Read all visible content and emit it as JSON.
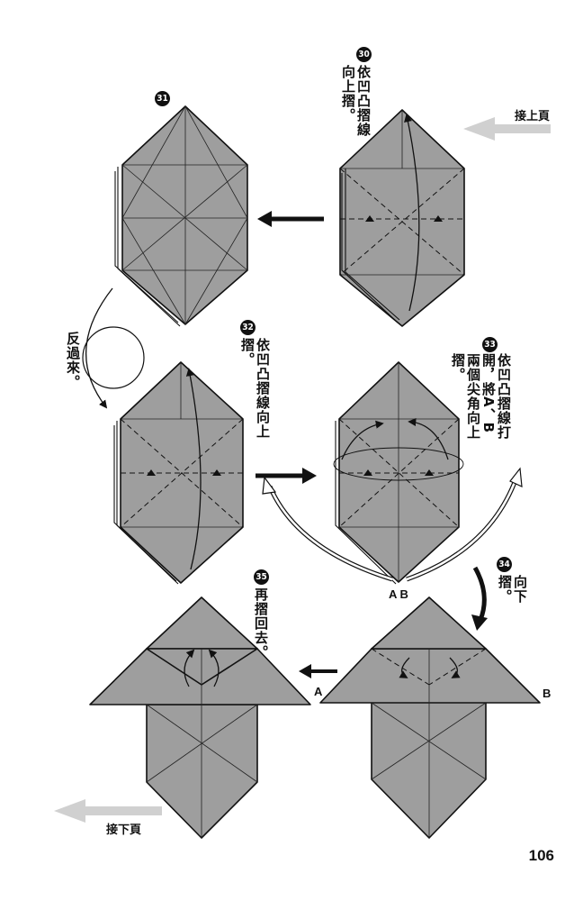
{
  "nav": {
    "next_page_label": "接上頁",
    "prev_page_label": "接下頁"
  },
  "page_number": "106",
  "flip_label": "反過來。",
  "steps": [
    {
      "num": "30",
      "text": "依凹凸摺線向上摺。"
    },
    {
      "num": "31",
      "text": ""
    },
    {
      "num": "32",
      "text": "依凹凸摺線向上摺。"
    },
    {
      "num": "33",
      "text": "依凹凸摺線打開，將A、B兩個尖角向上摺。"
    },
    {
      "num": "34",
      "text": "向下摺。"
    },
    {
      "num": "35",
      "text": "再摺回去。"
    }
  ],
  "labels": {
    "a_b": "A B",
    "a": "A",
    "b": "B"
  }
}
